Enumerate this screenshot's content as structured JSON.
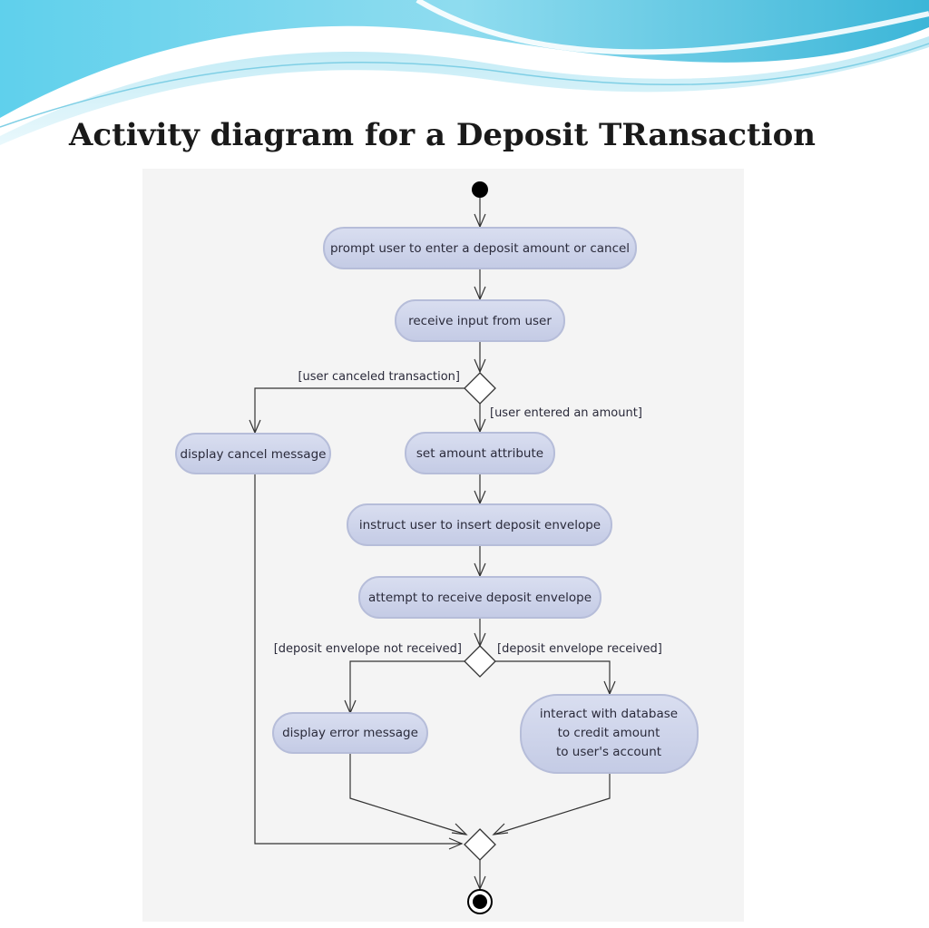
{
  "slide": {
    "title": "Activity diagram for a Deposit TRansaction"
  },
  "diagram": {
    "actions": {
      "prompt": "prompt user to enter a deposit amount or cancel",
      "receive_input": "receive input from user",
      "display_cancel": "display cancel message",
      "set_amount": "set amount attribute",
      "instruct_insert": "instruct user to insert deposit envelope",
      "attempt_receive": "attempt to receive deposit envelope",
      "display_error": "display error message",
      "interact_db": [
        "interact with database",
        "to credit amount",
        "to user's account"
      ]
    },
    "guards": {
      "user_canceled": "[user canceled transaction]",
      "user_entered": "[user entered an amount]",
      "envelope_not_received": "[deposit envelope not received]",
      "envelope_received": "[deposit envelope received]"
    }
  },
  "colors": {
    "action_fill": "#cdd3ea",
    "action_border": "#b6bdd9",
    "panel_background": "#f4f4f4",
    "wave_primary": "#4fc3e0"
  }
}
